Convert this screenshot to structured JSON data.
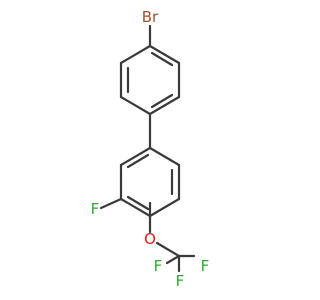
{
  "molecule": {
    "atoms": {
      "br": {
        "label": "Br",
        "color": "#a0522d"
      },
      "f_ring": {
        "label": "F",
        "color": "#32a832"
      },
      "o": {
        "label": "O",
        "color": "#e31a1c"
      },
      "f_top": {
        "label": "F",
        "color": "#32a832"
      },
      "f_left": {
        "label": "F",
        "color": "#32a832"
      },
      "f_right": {
        "label": "F",
        "color": "#32a832"
      }
    },
    "bond_color": "#3a3a3a"
  }
}
